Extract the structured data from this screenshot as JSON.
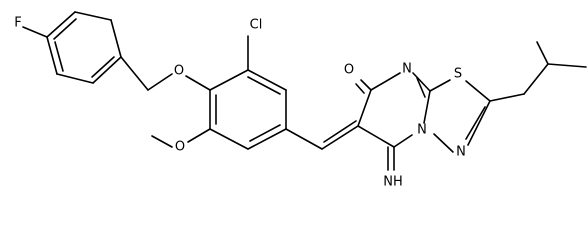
{
  "atoms": {
    "F": "F",
    "O_ether": "O",
    "Cl": "Cl",
    "O_methoxy": "O",
    "O_carbonyl": "O",
    "N_ring_top": "N",
    "S": "S",
    "N_bridge": "N",
    "N_azole": "N",
    "imine": "NH"
  }
}
